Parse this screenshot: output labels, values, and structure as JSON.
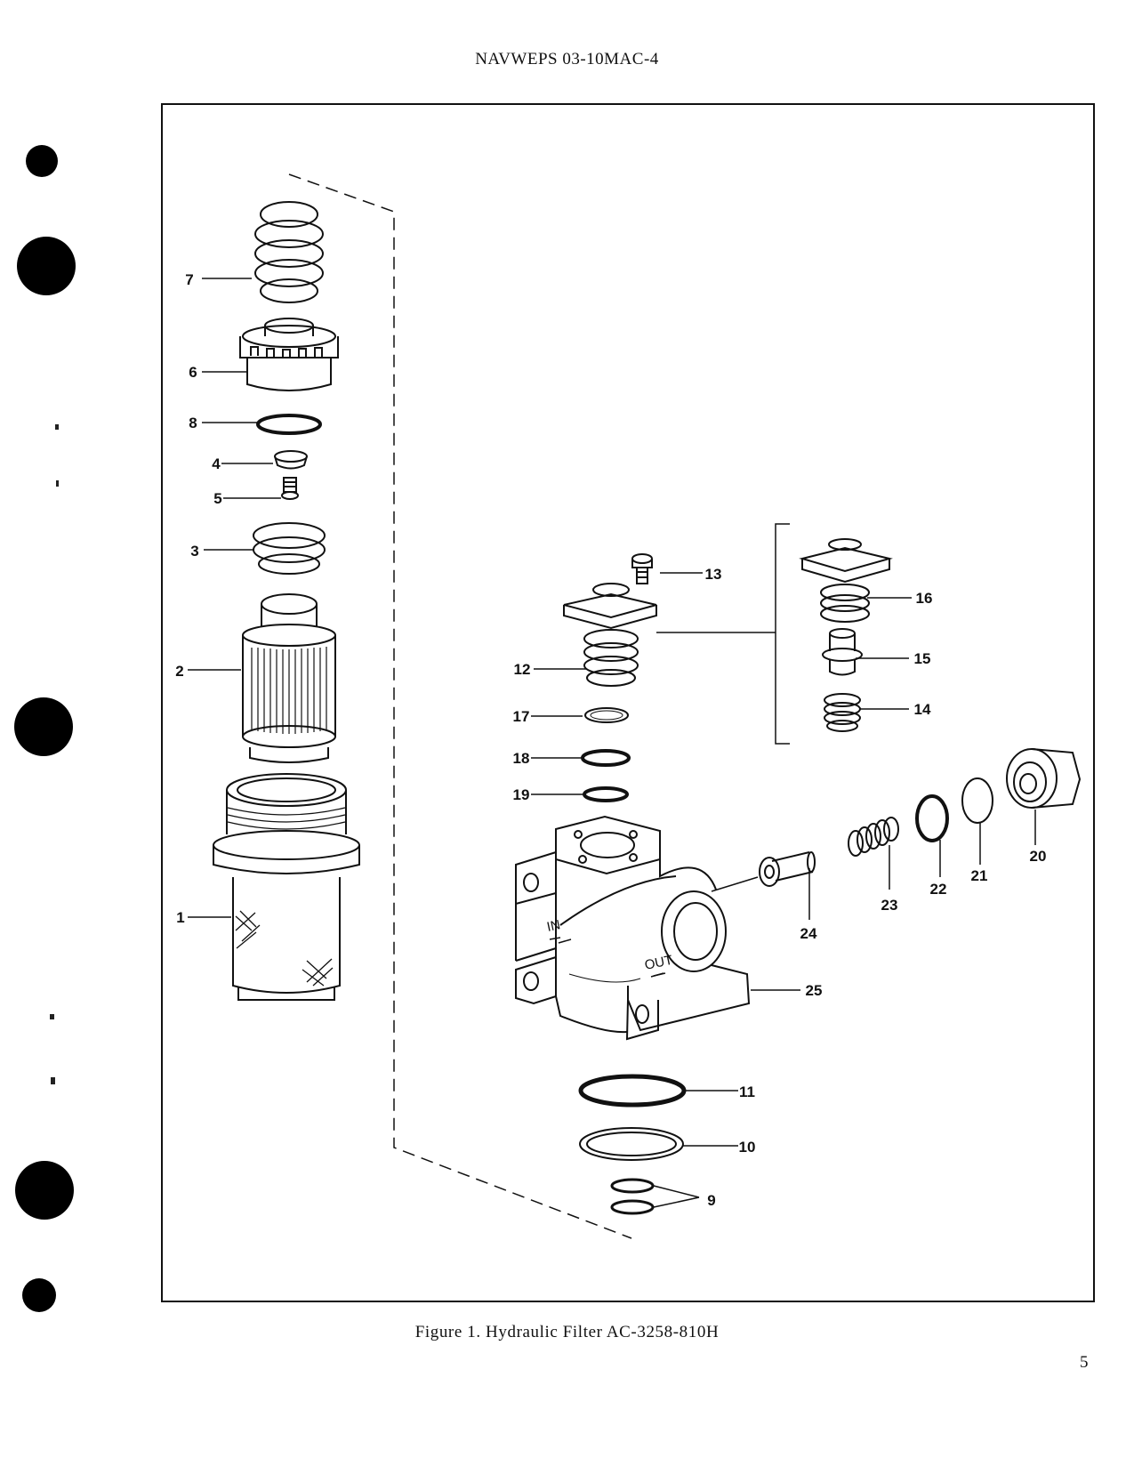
{
  "document": {
    "header": "NAVWEPS 03-10MAC-4",
    "caption": "Figure 1.  Hydraulic Filter AC-3258-810H",
    "page_number": "5"
  },
  "figure": {
    "callouts": [
      "1",
      "2",
      "3",
      "4",
      "5",
      "6",
      "7",
      "8",
      "9",
      "10",
      "11",
      "12",
      "13",
      "14",
      "15",
      "16",
      "17",
      "18",
      "19",
      "20",
      "21",
      "22",
      "23",
      "24",
      "25"
    ],
    "port_labels": {
      "inlet": "IN",
      "outlet": "OUT"
    }
  }
}
